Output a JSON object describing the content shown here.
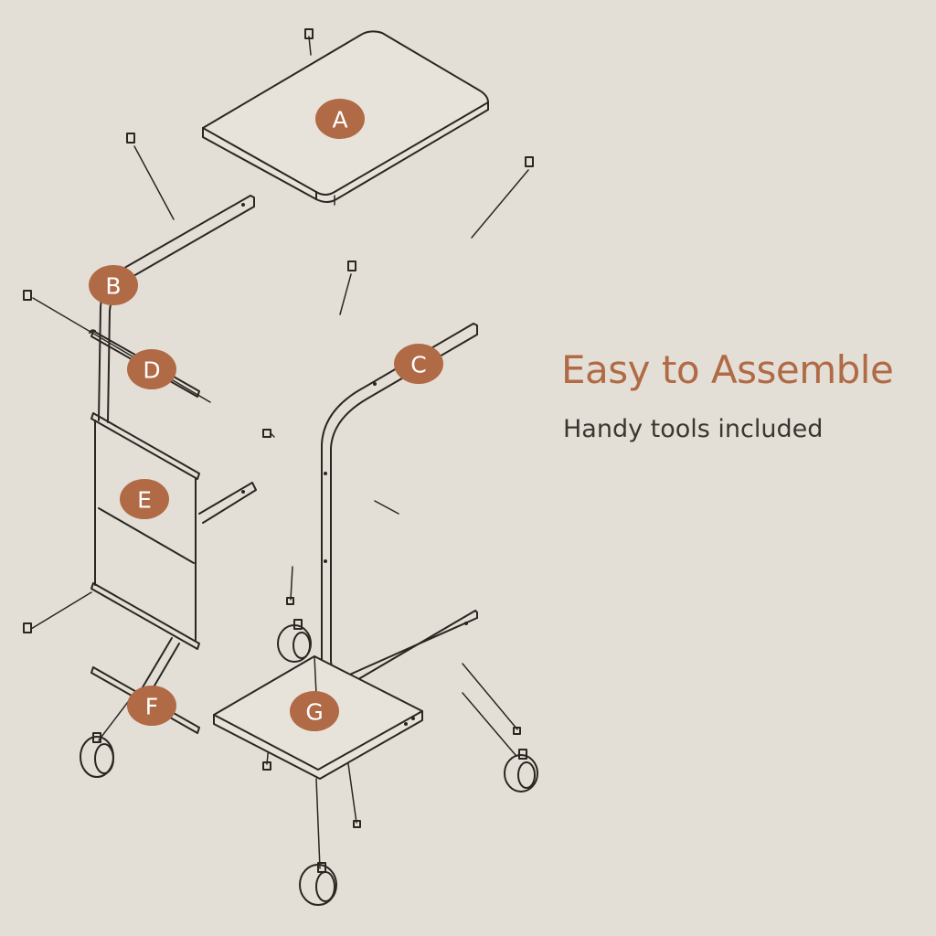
{
  "headline": "Easy to Assemble",
  "subheadline": "Handy tools included",
  "colors": {
    "background": "#e4dfd6",
    "accent": "#b06a45",
    "text_dark": "#3a3632",
    "line": "#2a2622"
  },
  "part_labels": [
    "A",
    "B",
    "C",
    "D",
    "E",
    "F",
    "G"
  ]
}
